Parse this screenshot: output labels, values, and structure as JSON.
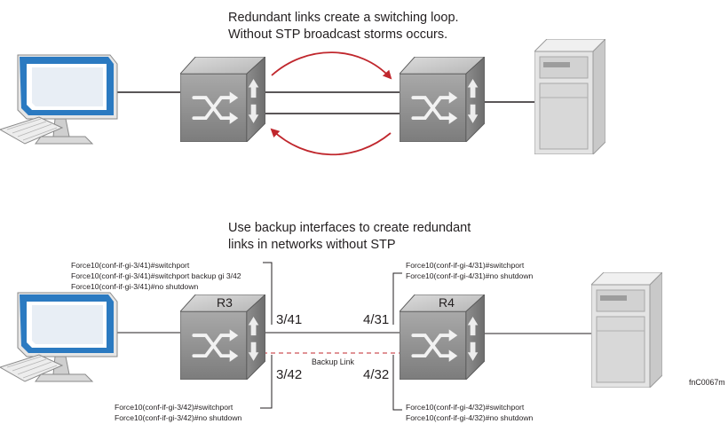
{
  "top": {
    "caption_line1": "Redundant links create a switching loop.",
    "caption_line2": "Without STP broadcast storms occurs."
  },
  "bottom": {
    "caption_line1": "Use backup interfaces to create redundant",
    "caption_line2": "links in networks without STP",
    "r3": {
      "label": "R3",
      "port_a": "3/41",
      "port_b": "3/42",
      "config_a": [
        "Force10(conf-if-gi-3/41)#switchport",
        "Force10(conf-if-gi-3/41)#switchport backup gi 3/42",
        "Force10(conf-if-gi-3/41)#no shutdown"
      ],
      "config_b": [
        "Force10(conf-if-gi-3/42)#switchport",
        "Force10(conf-if-gi-3/42)#no shutdown"
      ]
    },
    "r4": {
      "label": "R4",
      "port_a": "4/31",
      "port_b": "4/32",
      "config_a": [
        "Force10(conf-if-gi-4/31)#switchport",
        "Force10(conf-if-gi-4/31)#no shutdown"
      ],
      "config_b": [
        "Force10(conf-if-gi-4/32)#switchport",
        "Force10(conf-if-gi-4/32)#no shutdown"
      ]
    },
    "backup_link_label": "Backup Link"
  },
  "figure_id": "fnC0067m",
  "colors": {
    "loop_arrow": "#c0272d",
    "backup_link": "#c0272d",
    "link": "#231f20"
  },
  "icons": [
    "desktop-computer-icon",
    "network-switch-icon",
    "server-tower-icon"
  ]
}
